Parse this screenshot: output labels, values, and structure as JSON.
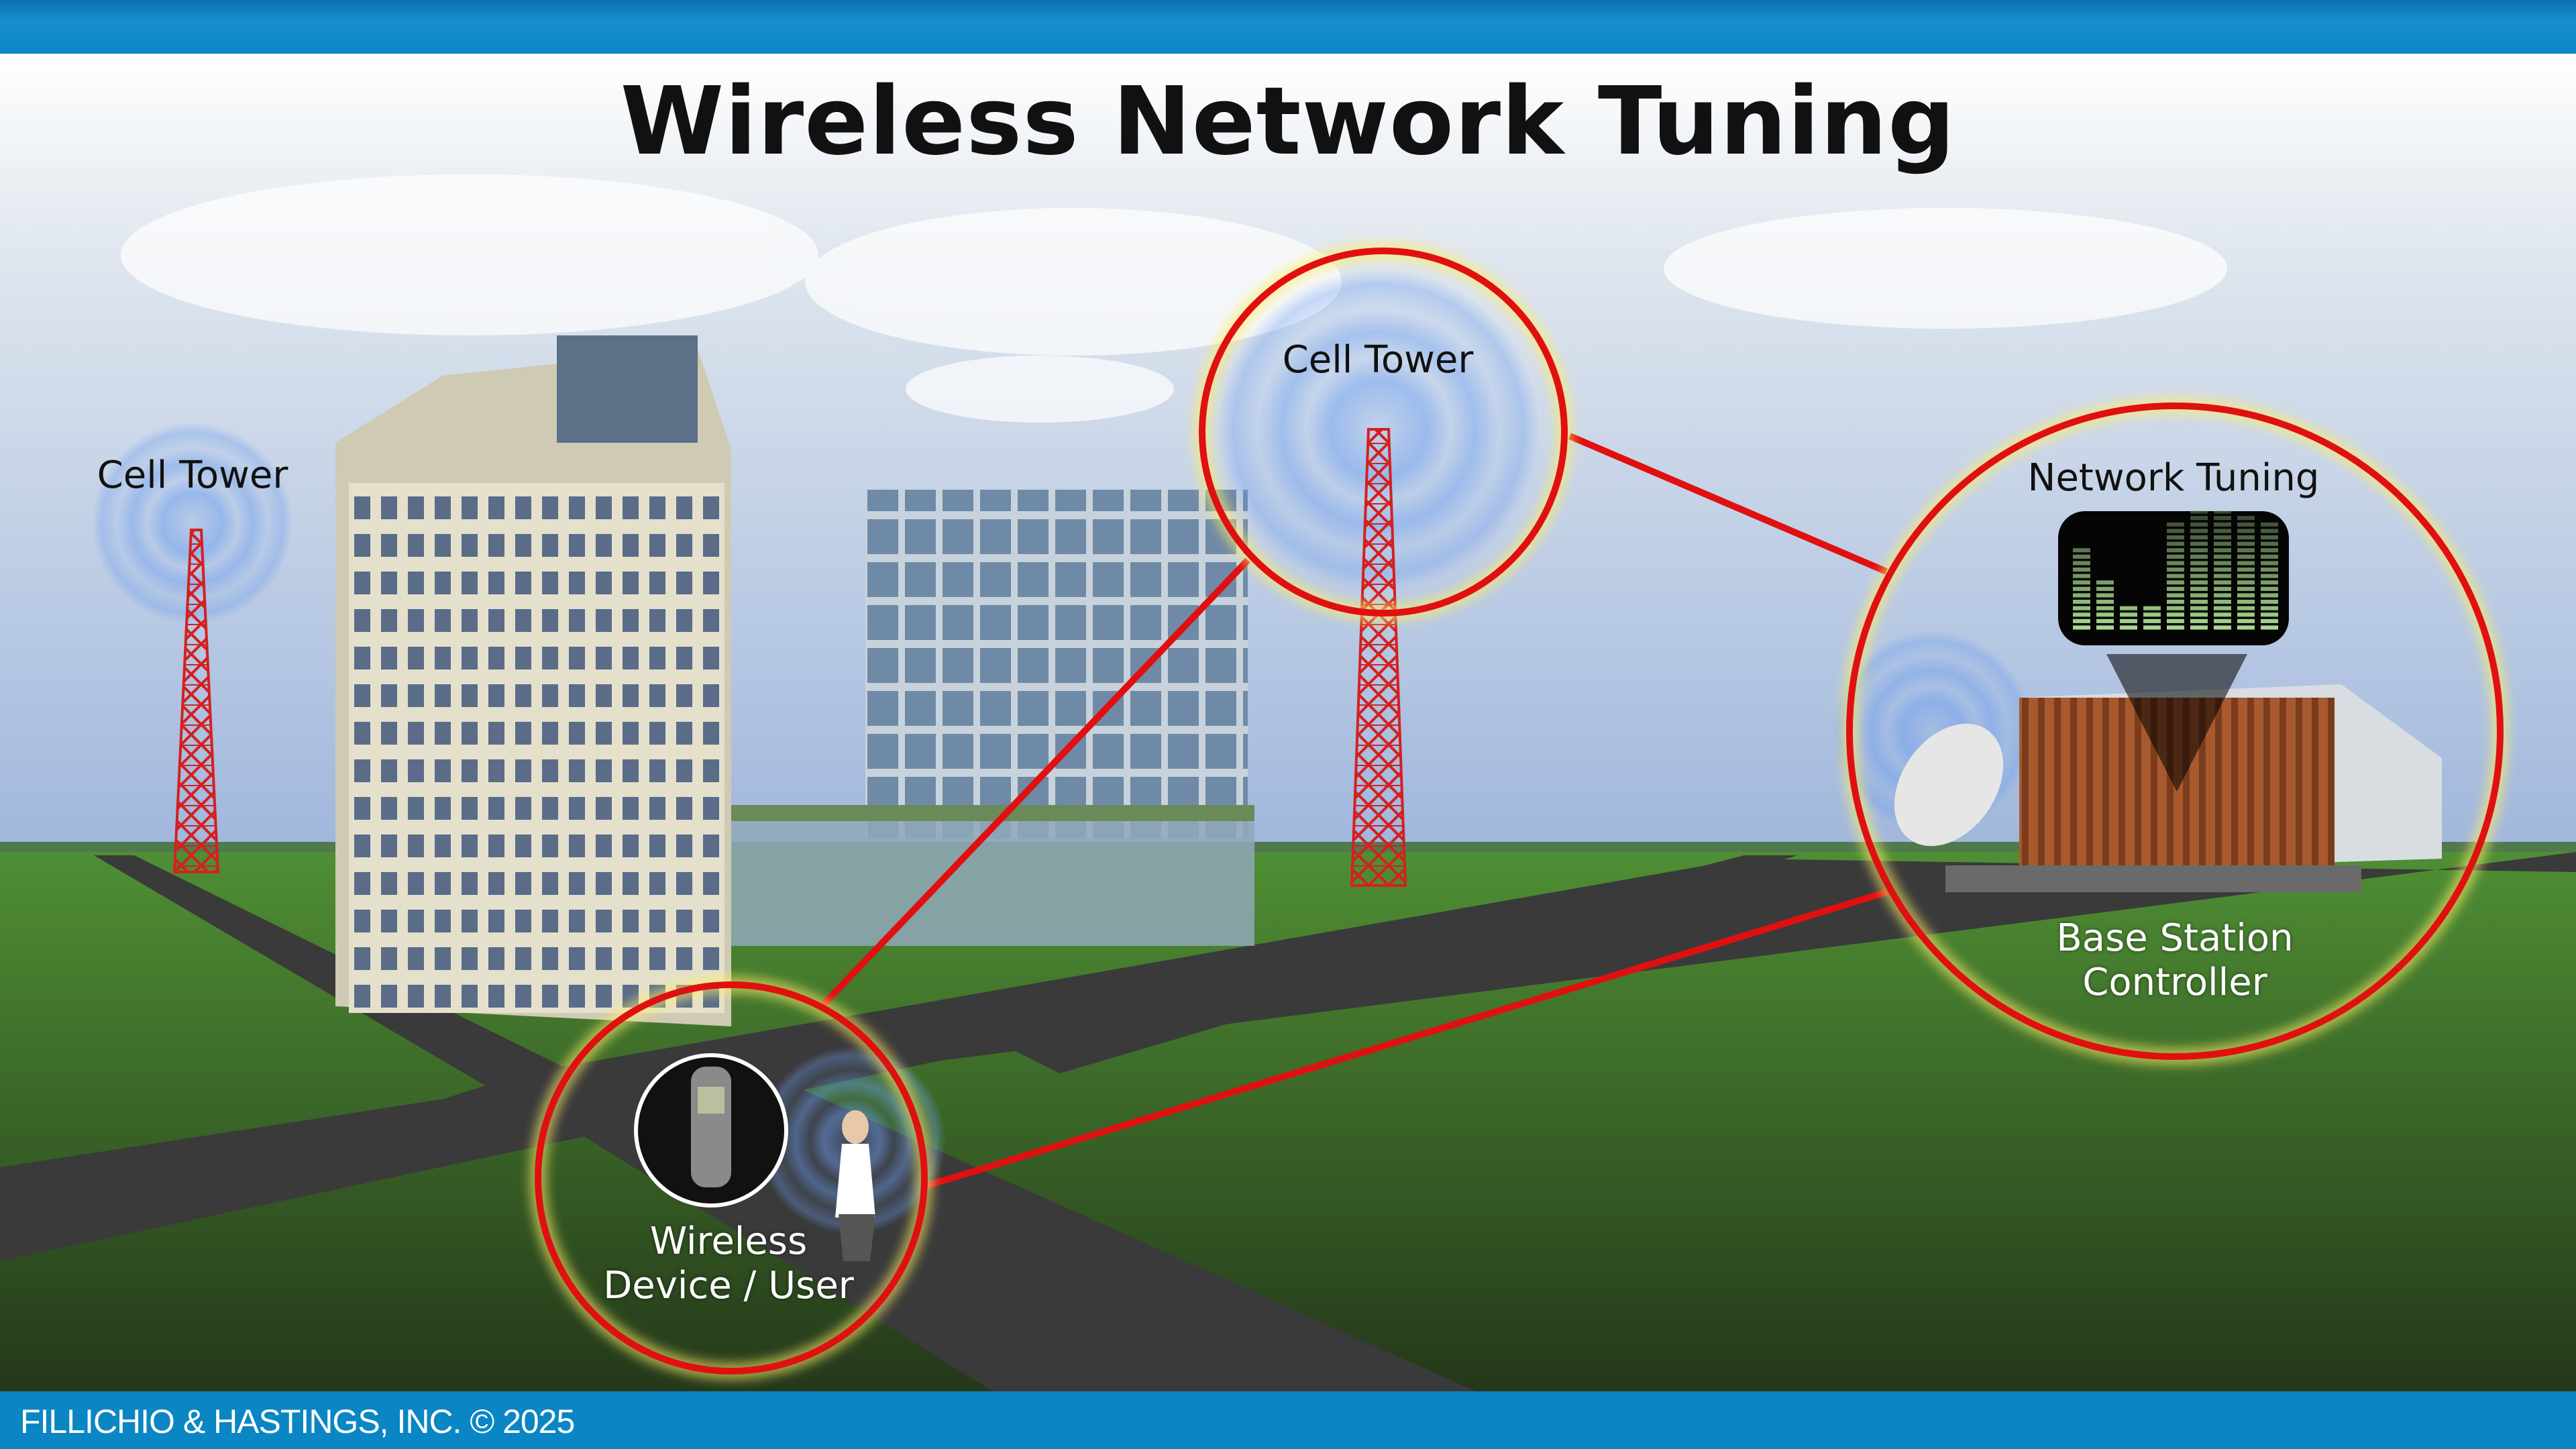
{
  "title": "Wireless Network Tuning",
  "labels": {
    "cell_tower_left": "Cell Tower",
    "cell_tower_center": "Cell Tower",
    "network_tuning": "Network Tuning",
    "base_station_line1": "Base Station",
    "base_station_line2": "Controller",
    "device_line1": "Wireless",
    "device_line2": "Device / User"
  },
  "equalizer_levels": [
    13,
    8,
    4,
    4,
    17,
    19,
    19,
    18,
    17
  ],
  "colors": {
    "accent_blue": "#0a86c4",
    "callout_red": "#e01010",
    "grass": "#3e7a2a",
    "equalizer_green": "#a8d890"
  },
  "footer": "FILLICHIO & HASTINGS, INC. © 2025"
}
